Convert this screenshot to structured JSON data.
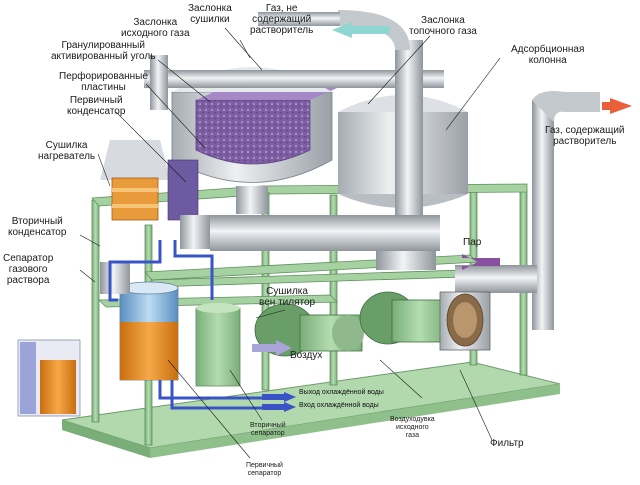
{
  "labels": {
    "gas_clean": "Газ, не\nсодержащий\nрастворитель",
    "damper_dryer": "Заслонка\nсушилки",
    "damper_source": "Заслонка\nисходного газа",
    "damper_furnace": "Заслонка\nтопочного газа",
    "granular_carbon": "Гранулированный\nактивированный уголь",
    "adsorption_column": "Адсорбционная\nколонна",
    "perforated_plates": "Перфорированные\nпластины",
    "primary_condenser": "Первичный\nконденсатор",
    "dryer_heater": "Сушилка\nнагреватель",
    "gas_solvent": "Газ, содержащий\nрастворитель",
    "secondary_condenser": "Вторичный\nконденсатор",
    "separator_gas": "Сепаратор\nгазового\nраствора",
    "steam": "Пар",
    "dryer_fan": "Сушилка\nвен тилятор",
    "air": "Воздух",
    "cooled_water_out": "Выход охлаждённой воды",
    "cooled_water_in": "Вход охлаждённой воды",
    "source_gas_blower": "Воздуходувка\nисходного\nгаза",
    "filter": "Фильтр",
    "secondary_separator": "Вторичный\nсепаратор",
    "primary_separator": "Первичный\nсепаратор"
  },
  "colors": {
    "frame_green": "#9cc89a",
    "frame_dark": "#6c9c6a",
    "steel": "#c9cdd2",
    "steel_dark": "#8f959c",
    "carbon_purple": "#8a6aaa",
    "arrow_cyan": "#8fd6d2",
    "arrow_red": "#e8603a",
    "arrow_purple": "#8a4fa0",
    "water_blue": "#3a54c8",
    "heater_orange": "#e9a040",
    "tank_orange": "#e98c28"
  }
}
